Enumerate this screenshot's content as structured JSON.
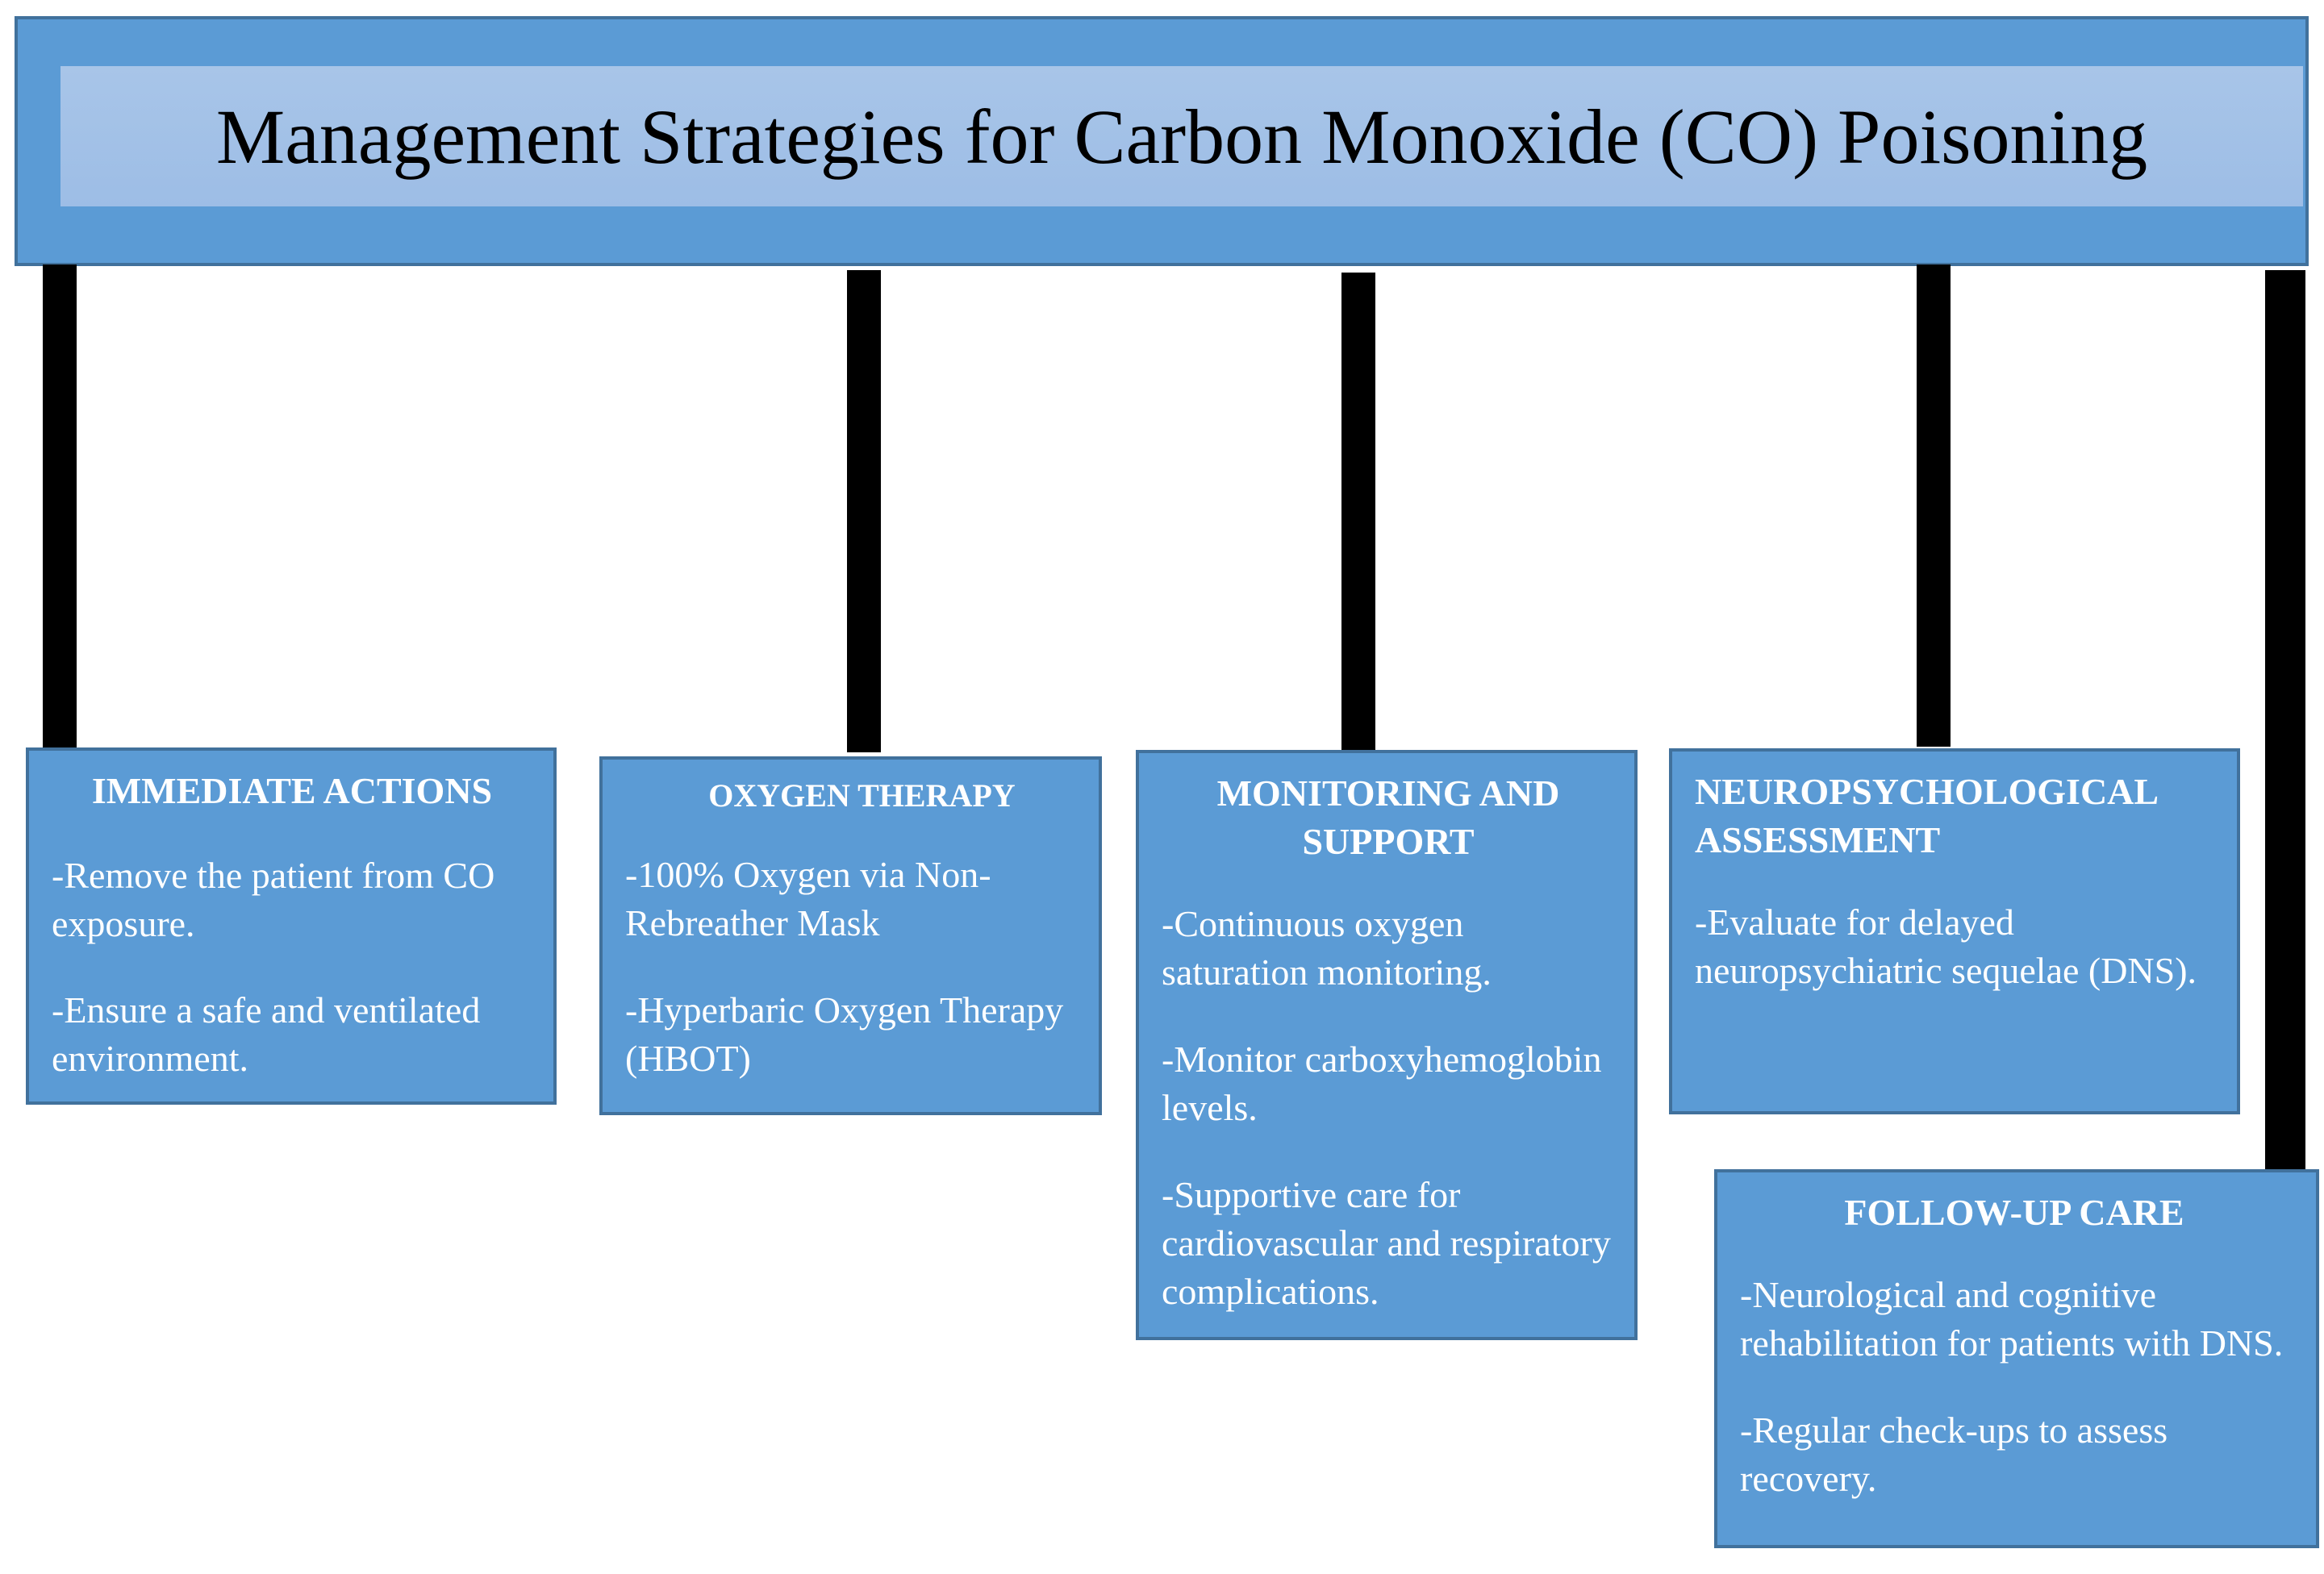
{
  "title": "Management Strategies for Carbon Monoxide (CO) Poisoning",
  "colors": {
    "box_fill": "#5b9bd5",
    "box_border": "#41719c",
    "title_band": "#a8c5e8",
    "connector": "#000000",
    "box_text": "#ffffff"
  },
  "boxes": [
    {
      "title": "IMMEDIATE ACTIONS",
      "items": [
        "-Remove the patient from CO exposure.",
        "-Ensure a safe and ventilated environment."
      ]
    },
    {
      "title": "OXYGEN THERAPY",
      "items": [
        "-100% Oxygen via Non-Rebreather Mask",
        "-Hyperbaric Oxygen Therapy (HBOT)"
      ]
    },
    {
      "title": "MONITORING AND SUPPORT",
      "items": [
        "-Continuous oxygen saturation monitoring.",
        "-Monitor carboxyhemoglobin levels.",
        "-Supportive care for cardiovascular and respiratory complications."
      ]
    },
    {
      "title": "NEUROPSYCHOLOGICAL ASSESSMENT",
      "items": [
        "-Evaluate for delayed neuropsychiatric sequelae (DNS)."
      ]
    },
    {
      "title": "FOLLOW-UP CARE",
      "items": [
        "-Neurological and cognitive rehabilitation for patients with DNS.",
        "-Regular check-ups to assess recovery."
      ]
    }
  ]
}
